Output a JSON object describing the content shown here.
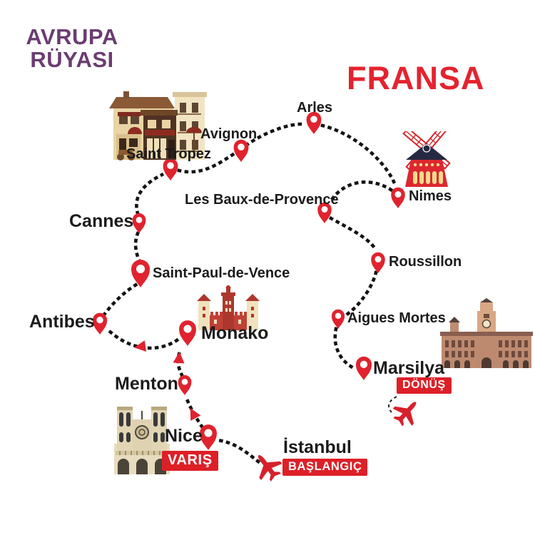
{
  "logo": {
    "line1": "AVRUPA",
    "line2": "RÜYASI"
  },
  "header": {
    "country": "FRANSA"
  },
  "route": {
    "stops": [
      {
        "name": "İstanbul",
        "badge": "BAŞLANGIÇ"
      },
      {
        "name": "Nice",
        "badge": "VARIŞ"
      },
      {
        "name": "Menton"
      },
      {
        "name": "Monako"
      },
      {
        "name": "Antibes"
      },
      {
        "name": "Saint-Paul-de-Vence"
      },
      {
        "name": "Cannes"
      },
      {
        "name": "Saint Tropez"
      },
      {
        "name": "Avignon"
      },
      {
        "name": "Arles"
      },
      {
        "name": "Nimes"
      },
      {
        "name": "Les Baux-de-Provence"
      },
      {
        "name": "Roussillon"
      },
      {
        "name": "Aigues Mortes"
      },
      {
        "name": "Marsilya",
        "badge": "DÖNÜŞ"
      }
    ]
  },
  "icons": {
    "pin": "map-pin-icon",
    "plane": "airplane-icon",
    "arrow": "direction-arrow-icon",
    "shops": "saint-tropez-shops-illustration",
    "windmill": "moulin-rouge-windmill-illustration",
    "castle": "monako-castle-illustration",
    "cathedral": "notre-dame-cathedral-illustration",
    "palace": "marseille-palace-illustration"
  },
  "colors": {
    "red": "#E0232E",
    "purple": "#6B3C72",
    "text": "#1B1B1B",
    "route": "#141414"
  }
}
